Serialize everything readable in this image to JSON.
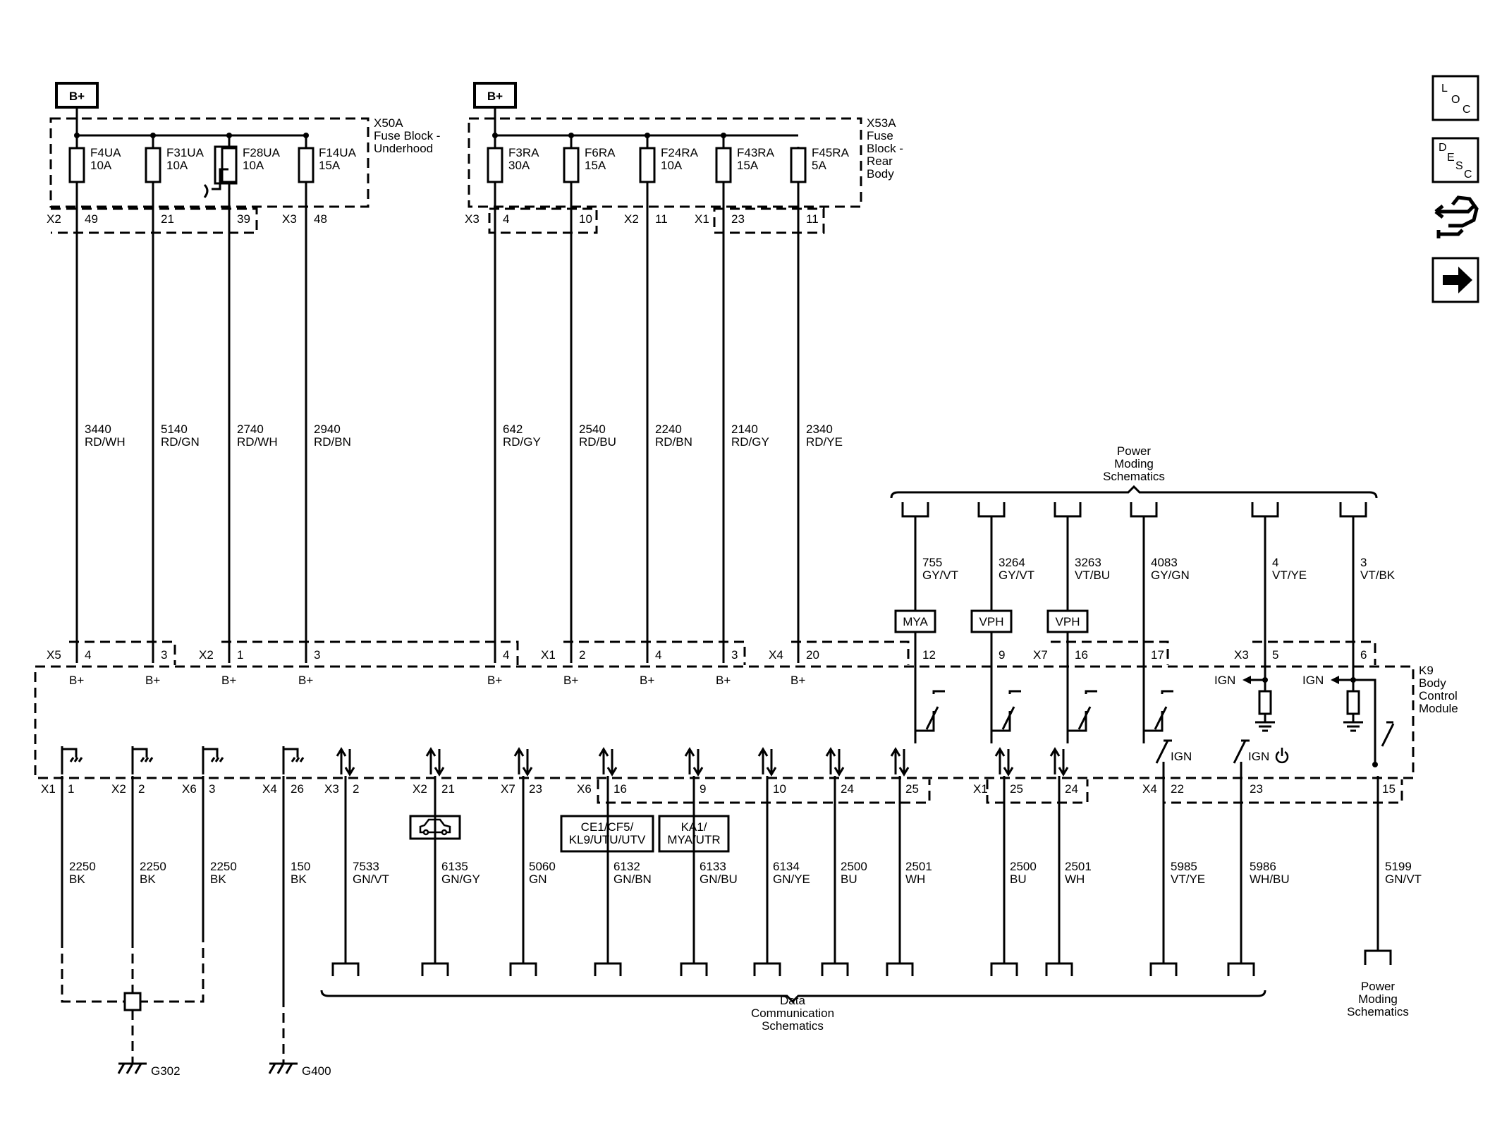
{
  "supply": {
    "b_plus": "B+"
  },
  "fuse_block_underhood": {
    "name_lines": [
      "X50A",
      "Fuse Block -",
      "Underhood"
    ],
    "fuses": [
      {
        "name": "F4UA",
        "rating": "10A"
      },
      {
        "name": "F31UA",
        "rating": "10A"
      },
      {
        "name": "F28UA",
        "rating": "10A"
      },
      {
        "name": "F14UA",
        "rating": "15A"
      }
    ],
    "connector_labels": [
      "X2",
      "X3"
    ],
    "pins": [
      "49",
      "21",
      "39",
      "48"
    ]
  },
  "fuse_block_rear": {
    "name_lines": [
      "X53A",
      "Fuse",
      "Block -",
      "Rear",
      "Body"
    ],
    "fuses": [
      {
        "name": "F3RA",
        "rating": "30A"
      },
      {
        "name": "F6RA",
        "rating": "15A"
      },
      {
        "name": "F24RA",
        "rating": "10A"
      },
      {
        "name": "F43RA",
        "rating": "15A"
      },
      {
        "name": "F45RA",
        "rating": "5A"
      }
    ],
    "connector_labels": [
      "X3",
      "X2",
      "X1"
    ],
    "pins": [
      "4",
      "10",
      "11",
      "23",
      "11"
    ]
  },
  "supply_wires": [
    {
      "circuit": "3440",
      "color": "RD/WH"
    },
    {
      "circuit": "5140",
      "color": "RD/GN"
    },
    {
      "circuit": "2740",
      "color": "RD/WH"
    },
    {
      "circuit": "2940",
      "color": "RD/BN"
    },
    {
      "circuit": "642",
      "color": "RD/GY"
    },
    {
      "circuit": "2540",
      "color": "RD/BU"
    },
    {
      "circuit": "2240",
      "color": "RD/BN"
    },
    {
      "circuit": "2140",
      "color": "RD/GY"
    },
    {
      "circuit": "2340",
      "color": "RD/YE"
    }
  ],
  "bcm": {
    "name_lines": [
      "K9",
      "Body",
      "Control",
      "Module"
    ],
    "top_connectors": [
      "X5",
      "X2",
      "X1",
      "X4",
      "X7",
      "X3"
    ],
    "top_pins": [
      "4",
      "3",
      "1",
      "3",
      "4",
      "2",
      "4",
      "3",
      "20",
      "12",
      "9",
      "16",
      "17",
      "5",
      "6"
    ],
    "bplus_label": "B+",
    "ign_label": "IGN",
    "bottom_connectors": [
      "X1",
      "X2",
      "X6",
      "X4",
      "X3",
      "X2",
      "X7",
      "X6",
      "X1",
      "X4"
    ],
    "bottom_pins": [
      "1",
      "2",
      "3",
      "26",
      "2",
      "21",
      "23",
      "16",
      "9",
      "10",
      "24",
      "25",
      "25",
      "24",
      "22",
      "23",
      "15"
    ]
  },
  "power_moding": {
    "title_lines": [
      "Power",
      "Moding",
      "Schematics"
    ],
    "wires": [
      {
        "circuit": "755",
        "color": "GY/VT",
        "option": "MYA"
      },
      {
        "circuit": "3264",
        "color": "GY/VT",
        "option": "VPH"
      },
      {
        "circuit": "3263",
        "color": "VT/BU",
        "option": "VPH"
      },
      {
        "circuit": "4083",
        "color": "GY/GN",
        "option": ""
      },
      {
        "circuit": "4",
        "color": "VT/YE",
        "option": ""
      },
      {
        "circuit": "3",
        "color": "VT/BK",
        "option": ""
      }
    ]
  },
  "ground_wires": [
    {
      "circuit": "2250",
      "color": "BK"
    },
    {
      "circuit": "2250",
      "color": "BK"
    },
    {
      "circuit": "2250",
      "color": "BK"
    },
    {
      "circuit": "150",
      "color": "BK"
    }
  ],
  "grounds": [
    "G302",
    "G400"
  ],
  "data_wires": [
    {
      "circuit": "7533",
      "color": "GN/VT"
    },
    {
      "circuit": "6135",
      "color": "GN/GY"
    },
    {
      "circuit": "5060",
      "color": "GN"
    },
    {
      "circuit": "6132",
      "color": "GN/BN"
    },
    {
      "circuit": "6133",
      "color": "GN/BU"
    },
    {
      "circuit": "6134",
      "color": "GN/YE"
    },
    {
      "circuit": "2500",
      "color": "BU"
    },
    {
      "circuit": "2501",
      "color": "WH"
    },
    {
      "circuit": "2500",
      "color": "BU"
    },
    {
      "circuit": "2501",
      "color": "WH"
    },
    {
      "circuit": "5985",
      "color": "VT/YE"
    },
    {
      "circuit": "5986",
      "color": "WH/BU"
    },
    {
      "circuit": "5199",
      "color": "GN/VT"
    }
  ],
  "option_boxes": {
    "ce1": [
      "CE1/CF5/",
      "KL9/UTU/UTV"
    ],
    "ka1": [
      "KA1/",
      "MYA/UTR"
    ]
  },
  "data_comm": {
    "title_lines": [
      "Data",
      "Communication",
      "Schematics"
    ]
  },
  "power_moding_bottom": {
    "title_lines": [
      "Power",
      "Moding",
      "Schematics"
    ]
  },
  "nav": {
    "loc": [
      "L",
      "O",
      "C"
    ],
    "desc": [
      "D",
      "E",
      "S",
      "C"
    ]
  }
}
